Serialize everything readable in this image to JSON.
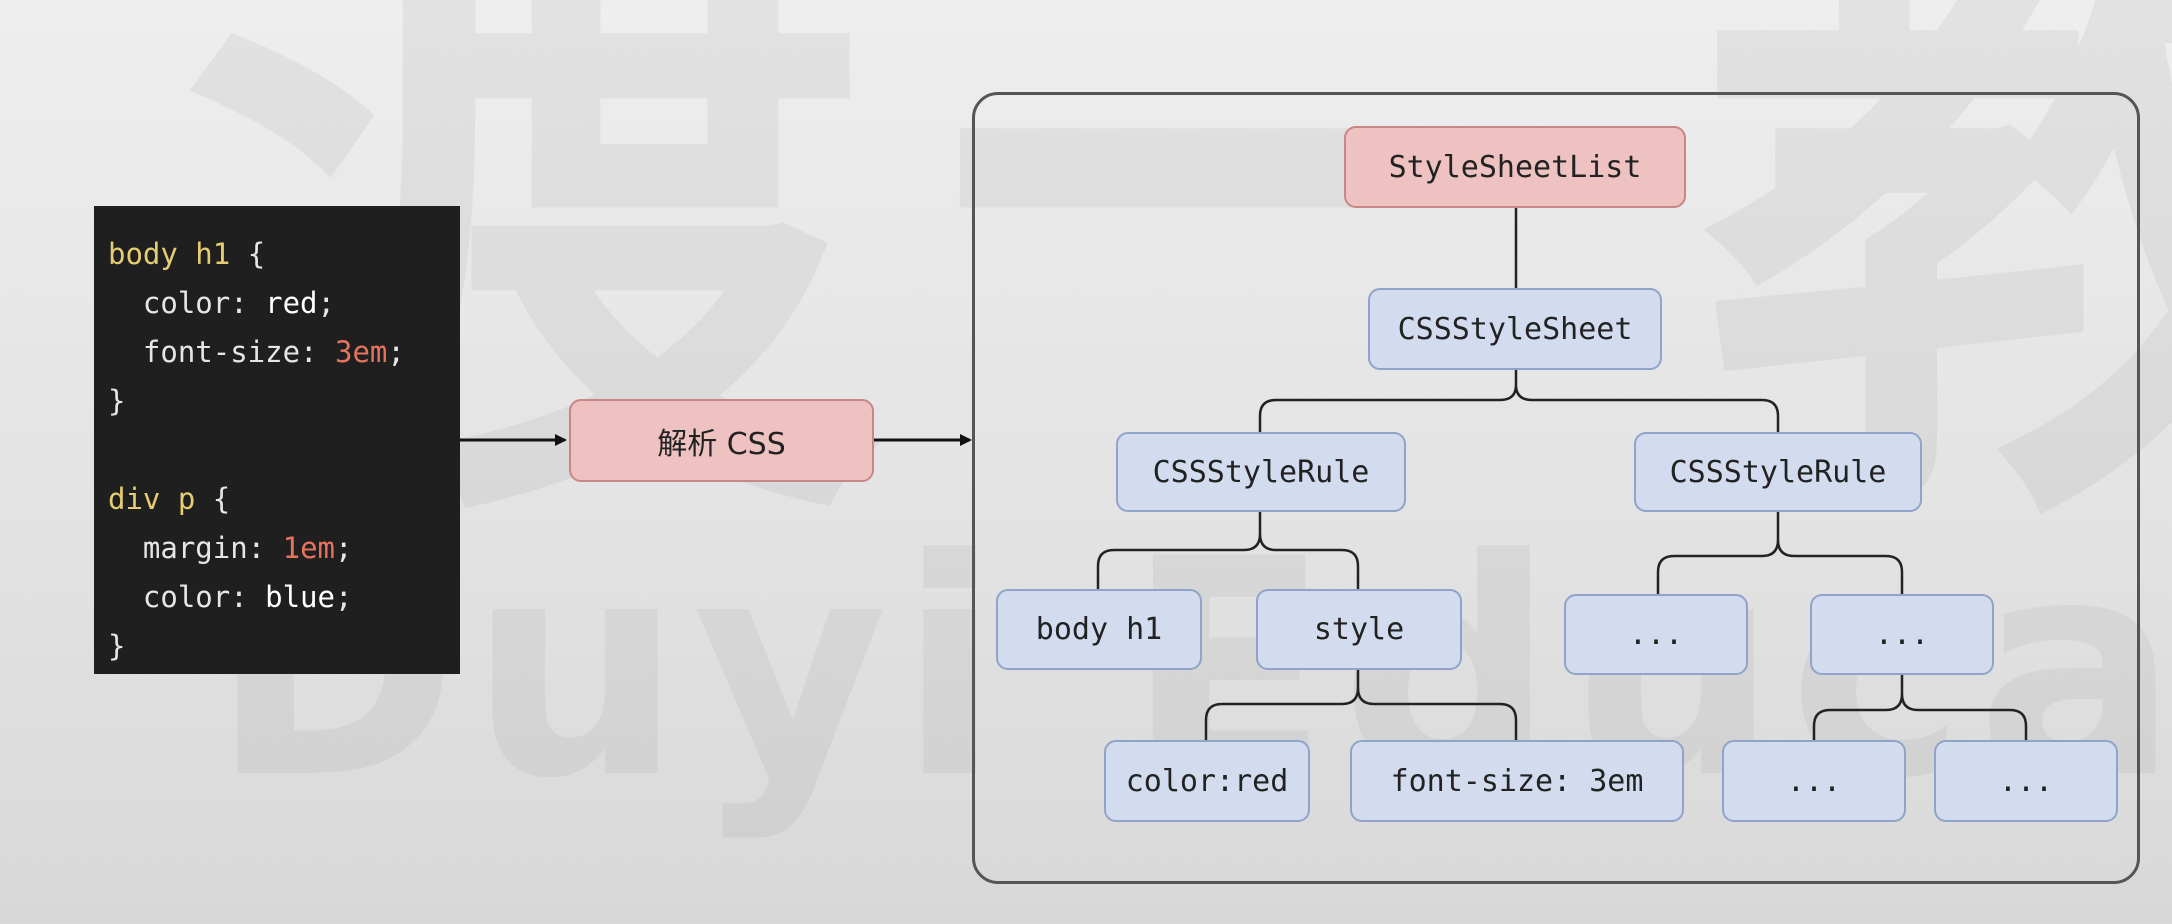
{
  "watermark": {
    "chinese": "渡一教育",
    "english": "Duyi Education"
  },
  "code": {
    "lines": [
      [
        {
          "t": "body h1 ",
          "c": "sel"
        },
        {
          "t": "{",
          "c": "punc"
        }
      ],
      [
        {
          "t": "  color: ",
          "c": "prop"
        },
        {
          "t": "red",
          "c": "val"
        },
        {
          "t": ";",
          "c": "punc"
        }
      ],
      [
        {
          "t": "  font-size: ",
          "c": "prop"
        },
        {
          "t": "3em",
          "c": "num"
        },
        {
          "t": ";",
          "c": "punc"
        }
      ],
      [
        {
          "t": "}",
          "c": "punc"
        }
      ],
      [
        {
          "t": "",
          "c": "punc"
        }
      ],
      [
        {
          "t": "div p ",
          "c": "sel"
        },
        {
          "t": "{",
          "c": "punc"
        }
      ],
      [
        {
          "t": "  margin: ",
          "c": "prop"
        },
        {
          "t": "1em",
          "c": "num"
        },
        {
          "t": ";",
          "c": "punc"
        }
      ],
      [
        {
          "t": "  color: ",
          "c": "prop"
        },
        {
          "t": "blue",
          "c": "val"
        },
        {
          "t": ";",
          "c": "punc"
        }
      ],
      [
        {
          "t": "}",
          "c": "punc"
        }
      ]
    ]
  },
  "parse_step": {
    "label": "解析 CSS"
  },
  "tree": {
    "root": "StyleSheetList",
    "sheet": "CSSStyleSheet",
    "rule_left": "CSSStyleRule",
    "rule_right": "CSSStyleRule",
    "selector": "body h1",
    "style": "style",
    "decl_color": "color:red",
    "decl_font": "font-size: 3em",
    "ellipsis_1": "...",
    "ellipsis_2": "...",
    "ellipsis_3": "...",
    "ellipsis_4": "..."
  },
  "colors": {
    "node_blue": "#d3dcee",
    "node_pink": "#efc2c2",
    "code_bg": "#1f1f1f"
  }
}
